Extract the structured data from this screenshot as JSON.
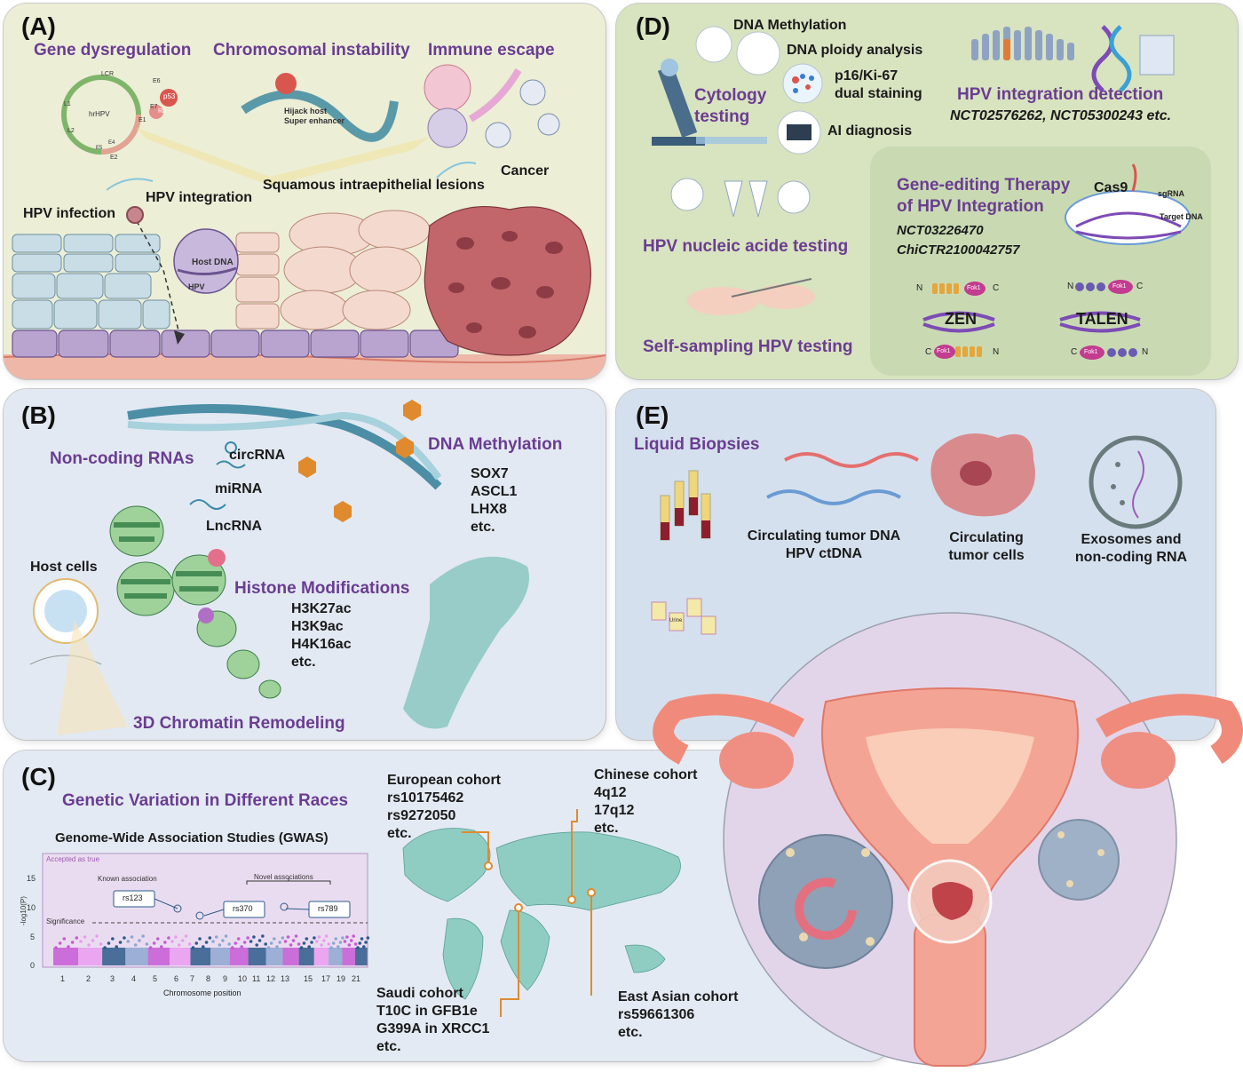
{
  "panelA": {
    "letter": "(A)",
    "titles": [
      "Gene dysregulation",
      "Chromosomal instability",
      "Immune escape"
    ],
    "hpv_labels": [
      "LCR",
      "hrHPV",
      "E6",
      "E7",
      "p53",
      "Rb",
      "E1",
      "E2",
      "E4",
      "E5",
      "L1",
      "L2"
    ],
    "hijack": [
      "Hijack host",
      "Super enhancer"
    ],
    "steps": [
      "HPV infection",
      "HPV integration",
      "Squamous intraepithelial lesions",
      "Cancer"
    ],
    "host_dna": "Host DNA",
    "hpv": "HPV"
  },
  "panelD": {
    "letter": "(D)",
    "cytology": [
      "Cytology",
      "testing"
    ],
    "methods": [
      "DNA Methylation",
      "DNA ploidy analysis",
      "p16/Ki-67",
      "dual staining",
      "AI diagnosis"
    ],
    "integration_title": "HPV integration detection",
    "integration_trials": "NCT02576262, NCT05300243 etc.",
    "nucleic": "HPV nucleic acide testing",
    "self_sampling": "Self-sampling HPV testing",
    "gene_editing": [
      "Gene-editing Therapy",
      "of HPV Integration"
    ],
    "trials": [
      "NCT03226470",
      "ChiCTR2100042757"
    ],
    "cas9": "Cas9",
    "sgrna": "sgRNA",
    "target_dna": "Target DNA",
    "zen": "ZEN",
    "talen": "TALEN",
    "fok1": "Fok1",
    "n": "N",
    "c": "C"
  },
  "panelB": {
    "letter": "(B)",
    "ncrna": "Non-coding RNAs",
    "circrna": "circRNA",
    "mirna": "miRNA",
    "lncrna": "LncRNA",
    "dna_meth": "DNA Methylation",
    "meth_genes": [
      "SOX7",
      "ASCL1",
      "LHX8",
      "etc."
    ],
    "host_cells": "Host cells",
    "histone": "Histone Modifications",
    "histone_marks": [
      "H3K27ac",
      "H3K9ac",
      "H4K16ac",
      "etc."
    ],
    "chromatin": "3D Chromatin Remodeling"
  },
  "panelE": {
    "letter": "(E)",
    "title": "Liquid Biopsies",
    "ctdna": [
      "Circulating tumor DNA",
      "HPV ctDNA"
    ],
    "ctc": [
      "Circulating",
      "tumor cells"
    ],
    "exo": [
      "Exosomes and",
      "non-coding RNA"
    ],
    "urine": "Urine"
  },
  "panelC": {
    "letter": "(C)",
    "title": "Genetic Variation in Different Races",
    "gwas_title": "Genome-Wide Association Studies (GWAS)",
    "accepted": "Accepted as true",
    "known": "Known association",
    "novel": "Novel associations",
    "snps": [
      "rs123",
      "rs370",
      "rs789"
    ],
    "significance": "Significance",
    "ylabel": "-log10(P)",
    "xlabel": "Chromosome position",
    "yticks": [
      "0",
      "5",
      "10",
      "15"
    ],
    "xticks": [
      "1",
      "2",
      "3",
      "4",
      "5",
      "6",
      "7",
      "8",
      "9",
      "10",
      "11",
      "12",
      "13",
      "15",
      "17",
      "19",
      "21"
    ],
    "cohorts": {
      "european": [
        "European cohort",
        "rs10175462",
        "rs9272050",
        "etc."
      ],
      "chinese": [
        "Chinese cohort",
        "4q12",
        "17q12",
        "etc."
      ],
      "saudi": [
        "Saudi cohort",
        "T10C in GFB1e",
        "G399A in XRCC1",
        "etc."
      ],
      "east_asian": [
        "East Asian cohort",
        "rs59661306",
        "etc."
      ]
    }
  },
  "colors": {
    "purple": "#6a3d91",
    "pink": "#e4a392",
    "green": "#7fb56a",
    "teal": "#8fc9c3"
  }
}
